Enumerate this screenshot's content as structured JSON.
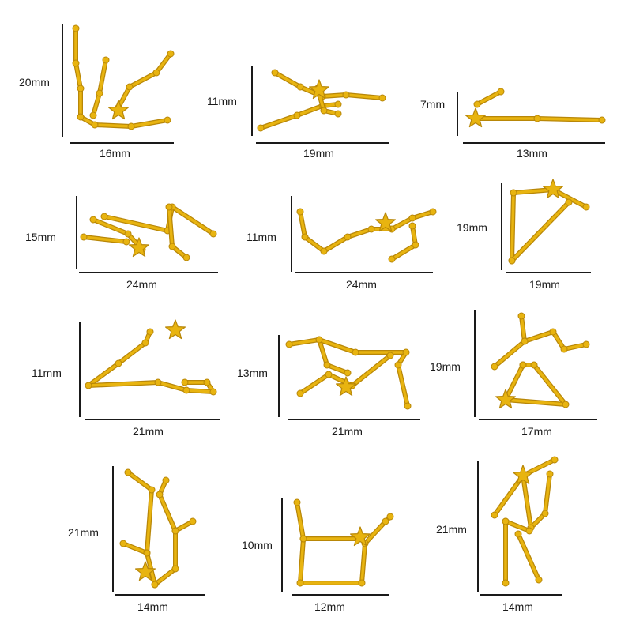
{
  "accent": {
    "gold": "#E8B410",
    "gold_dark": "#B88708",
    "gold_light": "#FFE06A",
    "line": "#1a1a1a"
  },
  "icon": "star-icon",
  "charms": [
    {
      "height_label": "20mm",
      "width_label": "16mm"
    },
    {
      "height_label": "11mm",
      "width_label": "19mm"
    },
    {
      "height_label": "7mm",
      "width_label": "13mm"
    },
    {
      "height_label": "15mm",
      "width_label": "24mm"
    },
    {
      "height_label": "11mm",
      "width_label": "24mm"
    },
    {
      "height_label": "19mm",
      "width_label": "19mm"
    },
    {
      "height_label": "11mm",
      "width_label": "21mm"
    },
    {
      "height_label": "13mm",
      "width_label": "21mm"
    },
    {
      "height_label": "19mm",
      "width_label": "17mm"
    },
    {
      "height_label": "21mm",
      "width_label": "14mm"
    },
    {
      "height_label": "10mm",
      "width_label": "12mm"
    },
    {
      "height_label": "21mm",
      "width_label": "14mm"
    }
  ]
}
